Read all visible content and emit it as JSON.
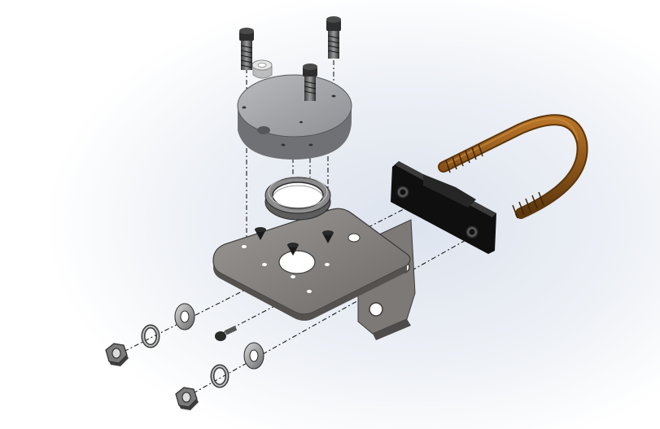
{
  "diagram": {
    "kind": "exploded assembly view",
    "labels": [],
    "colors": {
      "background_top": "#ffffff",
      "background_glow": "#dfe4ee",
      "steel": "#8f8c8a",
      "steel_dark": "#5e5b59",
      "disc_top": "#a7a9ad",
      "disc_side": "#6f7175",
      "bracket_black": "#1f1f1f",
      "ubolt": "#8a5418",
      "ubolt_highlight": "#c07a2a",
      "leader_line": "#1a1a1a"
    },
    "parts": [
      {
        "name": "cap-screw",
        "count": 3
      },
      {
        "name": "spacer-bushing",
        "count": 1
      },
      {
        "name": "round-top-plate",
        "count": 1
      },
      {
        "name": "threaded-ring",
        "count": 1
      },
      {
        "name": "countersunk-screw",
        "count": 3
      },
      {
        "name": "l-bracket",
        "count": 1
      },
      {
        "name": "clamp-block",
        "count": 1
      },
      {
        "name": "u-bolt",
        "count": 1
      },
      {
        "name": "flat-washer",
        "count": 2
      },
      {
        "name": "lock-washer",
        "count": 2
      },
      {
        "name": "hex-nut",
        "count": 2
      },
      {
        "name": "small-screw",
        "count": 1
      }
    ]
  }
}
